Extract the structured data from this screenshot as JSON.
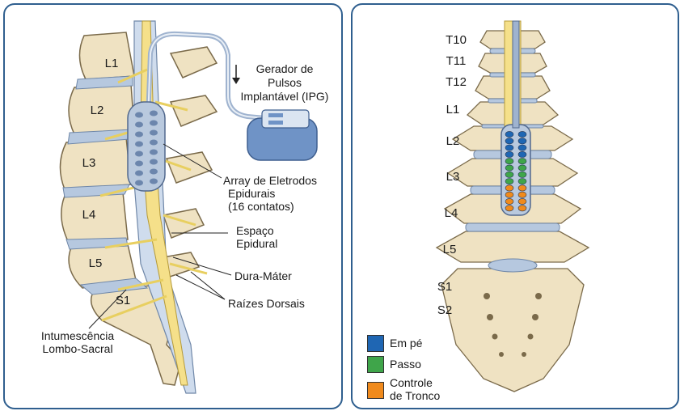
{
  "left_panel": {
    "vertebrae": [
      "L1",
      "L2",
      "L3",
      "L4",
      "L5",
      "S1"
    ],
    "ipg_label": [
      "Gerador de",
      "Pulsos",
      "Implantável (IPG)"
    ],
    "array_label": [
      "Array de Eletrodos",
      "Epidurais",
      "(16 contatos)"
    ],
    "epidural_label": [
      "Espaço",
      "Epidural"
    ],
    "dura_label": "Dura-Máter",
    "roots_label": "Raízes Dorsais",
    "enlargement_label": [
      "Intumescência",
      "Lombo-Sacral"
    ]
  },
  "right_panel": {
    "vertebrae": [
      "T10",
      "T11",
      "T12",
      "L1",
      "L2",
      "L3",
      "L4",
      "L5",
      "S1",
      "S2"
    ],
    "legend": [
      {
        "label": "Em pé",
        "color": "#1f66b3"
      },
      {
        "label": "Passo",
        "color": "#3fa54a"
      },
      {
        "label": "Controle de Tronco",
        "label_lines": [
          "Controle",
          "de Tronco"
        ],
        "color": "#f08a1c"
      }
    ],
    "electrode_rows": [
      "blue",
      "blue",
      "blue",
      "blue",
      "green",
      "green",
      "green",
      "green",
      "orange",
      "orange",
      "orange",
      "orange"
    ]
  },
  "colors": {
    "border": "#2f5f8f",
    "bone": "#efe2c2",
    "bone_stroke": "#7a6a4a",
    "disc": "#b6c8df",
    "nerve": "#f5e08a",
    "array": "#b9c9de",
    "ipg": "#6f93c6"
  }
}
